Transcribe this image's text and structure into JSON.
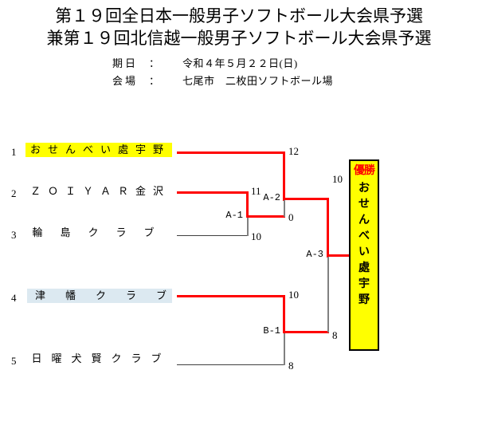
{
  "header": {
    "title_line_1": "第１９回全日本一般男子ソフトボール大会県予選",
    "title_line_2": "兼第１９回北信越一般男子ソフトボール大会県予選",
    "date_label": "期日",
    "date_colon": "：",
    "date_value": "令和４年５月２２日(日)",
    "venue_label": "会場",
    "venue_colon": "：",
    "venue_value": "七尾市　二枚田ソフトボール場"
  },
  "teams": [
    {
      "seed": "1",
      "name": "おせんべい處宇野",
      "highlight": "yellow"
    },
    {
      "seed": "2",
      "name": "ＺＯＩＹＡＲ金沢",
      "highlight": "none"
    },
    {
      "seed": "3",
      "name": "輪島クラブ",
      "highlight": "none"
    },
    {
      "seed": "4",
      "name": "津幡クラブ",
      "highlight": "blue"
    },
    {
      "seed": "5",
      "name": "日曜犬賢クラブ",
      "highlight": "none"
    }
  ],
  "matches": [
    {
      "id": "A-1",
      "label": "A-1"
    },
    {
      "id": "A-2",
      "label": "A-2"
    },
    {
      "id": "A-3",
      "label": "A-3"
    },
    {
      "id": "B-1",
      "label": "B-1"
    }
  ],
  "scores": {
    "a1_upper": "11",
    "a1_lower": "10",
    "a2_upper": "12",
    "a2_lower": "0",
    "b1_upper": "10",
    "b1_lower": "8",
    "a3_upper": "10",
    "a3_lower": "8"
  },
  "winner": {
    "title": "優勝",
    "name_chars": [
      "お",
      "せ",
      "ん",
      "べ",
      "い",
      "處",
      "宇",
      "野"
    ]
  },
  "colors": {
    "win_line": "#ff0000",
    "lose_line": "#808080",
    "winner_bg": "#ffff00",
    "winner_title": "#ff0000",
    "team1_highlight": "#ffff00",
    "team4_highlight": "#dce9f1"
  },
  "chart_data": {
    "type": "bracket",
    "title": "第１９回全日本一般男子ソフトボール大会県予選",
    "rounds": [
      {
        "name": "A-1",
        "participants": [
          "ＺＯＩＹＡＲ金沢",
          "輪島クラブ"
        ],
        "scores": [
          11,
          10
        ],
        "winner": "ＺＯＩＹＡＲ金沢"
      },
      {
        "name": "A-2",
        "participants": [
          "おせんべい處宇野",
          "ＺＯＩＹＡＲ金沢"
        ],
        "scores": [
          12,
          0
        ],
        "winner": "おせんべい處宇野"
      },
      {
        "name": "B-1",
        "participants": [
          "津幡クラブ",
          "日曜犬賢クラブ"
        ],
        "scores": [
          10,
          8
        ],
        "winner": "津幡クラブ"
      },
      {
        "name": "A-3",
        "participants": [
          "おせんべい處宇野",
          "津幡クラブ"
        ],
        "scores": [
          10,
          8
        ],
        "winner": "おせんべい處宇野"
      }
    ],
    "champion": "おせんべい處宇野"
  }
}
